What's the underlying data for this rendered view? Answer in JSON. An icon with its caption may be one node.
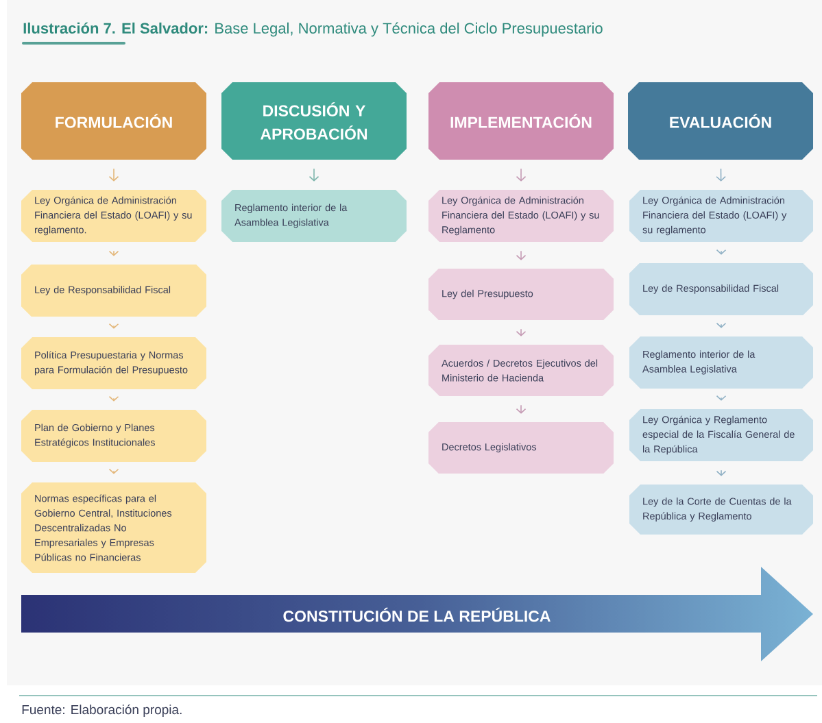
{
  "diagram": {
    "title": "**Ilustración 7.  El Salvador:** Base Legal, Normativa y Técnica del Ciclo Presupuestario",
    "nodes": [
      {
        "text": [
          "FORMULACIÓN"
        ]
      },
      {
        "text": [
          "DISCUSIÓN Y APROBACIÓN"
        ]
      },
      {
        "text": [
          "IMPLEMENTACIÓN"
        ]
      },
      {
        "text": [
          "EVALUACIÓN"
        ]
      },
      {
        "text": [
          "Ley Orgánica de Administración Financiera del Estado (LOAFI) y su reglamento."
        ]
      },
      {
        "text": [
          "Ley de Responsabilidad Fiscal"
        ]
      },
      {
        "text": [
          "Política Presupuestaria y Normas para Formulación del Presupuesto"
        ]
      },
      {
        "text": [
          "Plan de Gobierno y Planes Estratégicos Institucionales"
        ]
      },
      {
        "text": [
          "Normas específicas para el Gobierno Central, Instituciones Descentralizadas No Empresariales y Empresas Públicas no Financieras"
        ]
      },
      {
        "text": [
          "Reglamento interior de la Asamblea Legislativa"
        ]
      },
      {
        "text": [
          "Ley Orgánica de Administración Financiera del Estado (LOAFI) y su Reglamento"
        ]
      },
      {
        "text": [
          "Ley del Presupuesto"
        ]
      },
      {
        "text": [
          "Acuerdos / Decretos Ejecutivos del Ministerio de Hacienda"
        ]
      },
      {
        "text": [
          "Decretos Legislativos"
        ]
      },
      {
        "text": [
          "Ley Orgánica de Administración Financiera del Estado (LOAFI) y su reglamento"
        ]
      },
      {
        "text": [
          "Ley de Responsabilidad Fiscal"
        ]
      },
      {
        "text": [
          "Reglamento interior de la Asamblea Legislativa"
        ]
      },
      {
        "text": [
          "Ley Orgánica y Reglamento especial de la Fiscalía General de la República"
        ]
      },
      {
        "text": [
          "Ley de la Corte de Cuentas de la República y Reglamento"
        ]
      },
      {
        "text": [
          "CONSTITUCIÓN DE LA REPÚBLICA"
        ]
      }
    ],
    "edges": [
      {
        "from": 0,
        "to": 4,
        "arrow": "to",
        "color": "#e3b77a"
      },
      {
        "from": 4,
        "to": 5,
        "arrow": "to",
        "color": "#e3b77a"
      },
      {
        "from": 5,
        "to": 6,
        "arrow": "to",
        "color": "#e3b77a"
      },
      {
        "from": 6,
        "to": 7,
        "arrow": "to",
        "color": "#e3b77a"
      },
      {
        "from": 7,
        "to": 8,
        "arrow": "to",
        "color": "#e3b77a"
      },
      {
        "from": 1,
        "to": 9,
        "arrow": "to",
        "color": "#7db5ab"
      },
      {
        "from": 2,
        "to": 10,
        "arrow": "to",
        "color": "#c49ab3"
      },
      {
        "from": 10,
        "to": 11,
        "arrow": "to",
        "color": "#c49ab3"
      },
      {
        "from": 11,
        "to": 12,
        "arrow": "to",
        "color": "#c49ab3"
      },
      {
        "from": 12,
        "to": 13,
        "arrow": "to",
        "color": "#c49ab3"
      },
      {
        "from": 3,
        "to": 14,
        "arrow": "to",
        "color": "#8fb0c4"
      },
      {
        "from": 14,
        "to": 15,
        "arrow": "to",
        "color": "#8fb0c4"
      },
      {
        "from": 15,
        "to": 16,
        "arrow": "to",
        "color": "#8fb0c4"
      },
      {
        "from": 16,
        "to": 17,
        "arrow": "to",
        "color": "#8fb0c4"
      },
      {
        "from": 17,
        "to": 18,
        "arrow": "to",
        "color": "#8fb0c4"
      }
    ],
    "caption": "Fuente: Elaboración propia."
  }
}
